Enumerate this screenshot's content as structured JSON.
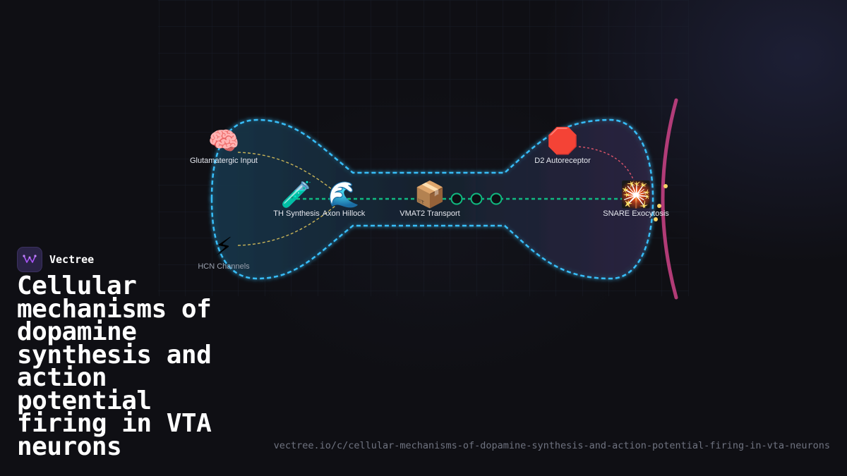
{
  "brand": {
    "name": "Vectree",
    "icon": "neuron-icon",
    "accent": "#a855f7"
  },
  "title": "Cellular mechanisms of dopamine synthesis and action potential firing in VTA neurons",
  "url": "vectree.io/c/cellular-mechanisms-of-dopamine-synthesis-and-action-potential-firing-in-vta-neurons",
  "diagram": {
    "nodes": [
      {
        "id": "glutamatergic",
        "label": "Glutamatergic Input",
        "icon": "brain-icon",
        "glyph": "🧠"
      },
      {
        "id": "hcn",
        "label": "HCN Channels",
        "icon": "lightning-icon",
        "glyph": "⚡"
      },
      {
        "id": "th",
        "label": "TH Synthesis",
        "icon": "test-tube-icon",
        "glyph": "🧪"
      },
      {
        "id": "axon",
        "label": "Axon Hillock",
        "icon": "wave-icon",
        "glyph": "🌊"
      },
      {
        "id": "vmat2",
        "label": "VMAT2 Transport",
        "icon": "package-icon",
        "glyph": "📦"
      },
      {
        "id": "d2",
        "label": "D2 Autoreceptor",
        "icon": "stop-sign-icon",
        "glyph": "🛑"
      },
      {
        "id": "snare",
        "label": "SNARE Exocytosis",
        "icon": "firework-icon",
        "glyph": "🎇"
      }
    ],
    "colors": {
      "membrane": "#38bdf8",
      "axon_path": "#10b981",
      "input_path": "#c9b458",
      "feedback_path": "#e0556a",
      "synapse": "#d9468f",
      "dopamine": "#f6d365"
    }
  }
}
